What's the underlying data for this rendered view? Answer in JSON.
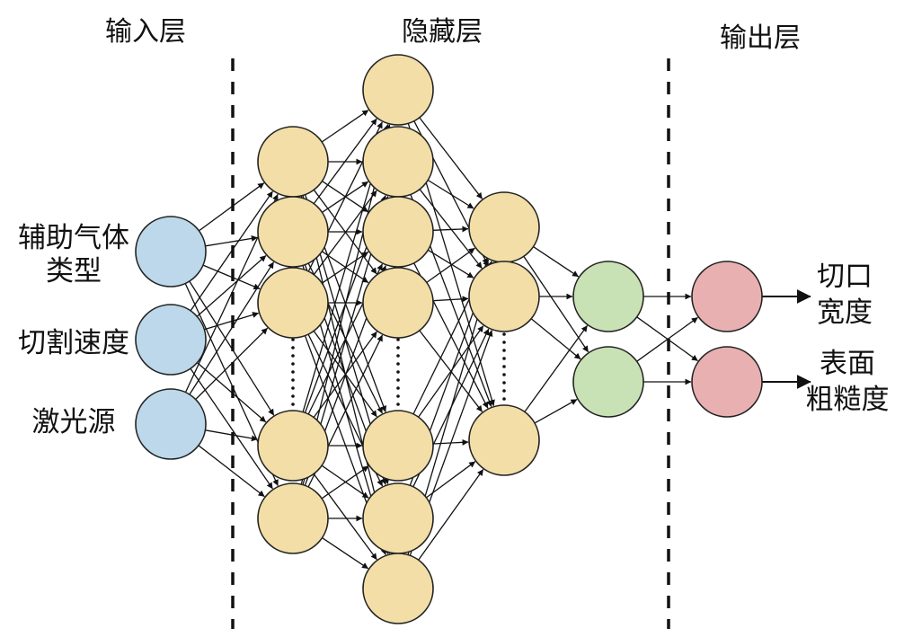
{
  "sections": {
    "input": "输入层",
    "hidden": "隐藏层",
    "output": "输出层"
  },
  "inputs": [
    {
      "lines": [
        "辅助气体",
        "类型"
      ]
    },
    {
      "lines": [
        "切割速度"
      ]
    },
    {
      "lines": [
        "激光源"
      ]
    }
  ],
  "outputs": [
    {
      "lines": [
        "切口",
        "宽度"
      ]
    },
    {
      "lines": [
        "表面",
        "粗糙度"
      ]
    }
  ],
  "colors": {
    "input_node": "#bcd8ea",
    "hidden_node": "#f2dea6",
    "pre_output_node": "#c9e2b5",
    "output_node": "#e8b0b0",
    "stroke": "#222222"
  }
}
